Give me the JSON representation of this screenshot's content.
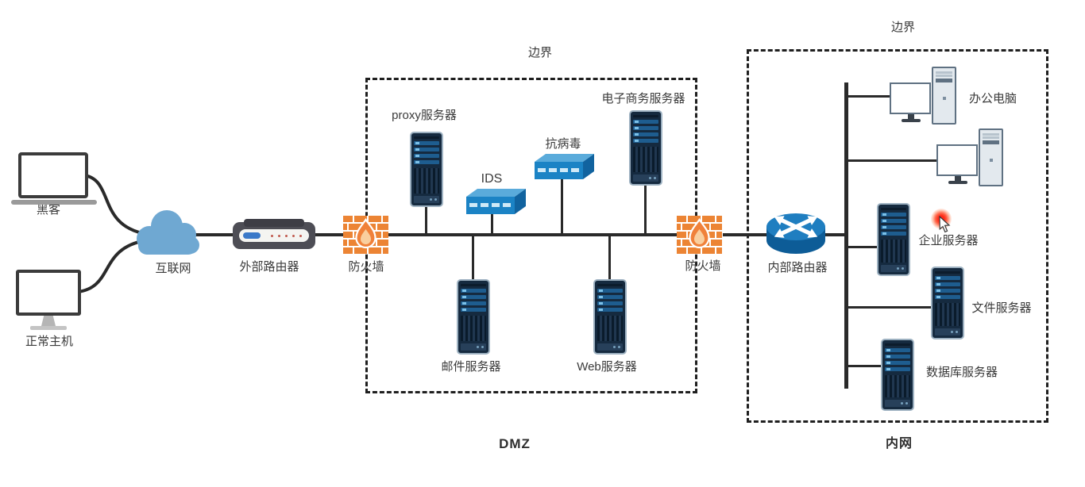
{
  "diagram": {
    "type": "network-security-topology",
    "zones": {
      "dmz": {
        "boundary_label": "边界",
        "name_label": "DMZ"
      },
      "intranet": {
        "boundary_label": "边界",
        "name_label": "内网"
      }
    },
    "nodes": {
      "hacker": {
        "label": "黑客",
        "type": "laptop"
      },
      "normal_host": {
        "label": "正常主机",
        "type": "desktop"
      },
      "internet": {
        "label": "互联网",
        "type": "cloud"
      },
      "external_router": {
        "label": "外部路由器",
        "type": "router"
      },
      "firewall_left": {
        "label": "防火墙",
        "type": "firewall"
      },
      "proxy_server": {
        "label": "proxy服务器",
        "type": "server"
      },
      "ids": {
        "label": "IDS",
        "type": "appliance"
      },
      "antivirus": {
        "label": "抗病毒",
        "type": "appliance"
      },
      "ecommerce_server": {
        "label": "电子商务服务器",
        "type": "server"
      },
      "mail_server": {
        "label": "邮件服务器",
        "type": "server"
      },
      "web_server": {
        "label": "Web服务器",
        "type": "server"
      },
      "firewall_right": {
        "label": "防火墙",
        "type": "firewall"
      },
      "internal_router": {
        "label": "内部路由器",
        "type": "cisco-router"
      },
      "office_pc": {
        "label": "办公电脑",
        "type": "workstation"
      },
      "office_pc_2": {
        "type": "workstation"
      },
      "enterprise_server": {
        "label": "企业服务器",
        "type": "server"
      },
      "file_server": {
        "label": "文件服务器",
        "type": "server"
      },
      "database_server": {
        "label": "数据库服务器",
        "type": "server"
      }
    },
    "cursor": {
      "style": "click-indicator",
      "glow_color": "#ff2715"
    },
    "colors": {
      "server_body": "#152a3f",
      "server_bar": "#1e5d8f",
      "server_bar_accent": "#7cc1e8",
      "appliance_blue": "#1b83c5",
      "cloud_blue": "#6fa8d2",
      "firewall_brick": "#ec8434",
      "router_dark": "#4d4d55",
      "router_led": "#3b79c8",
      "cisco_router_blue": "#1f7ec0",
      "line": "#2a2a2a",
      "label_text": "#3a3a3a"
    }
  }
}
